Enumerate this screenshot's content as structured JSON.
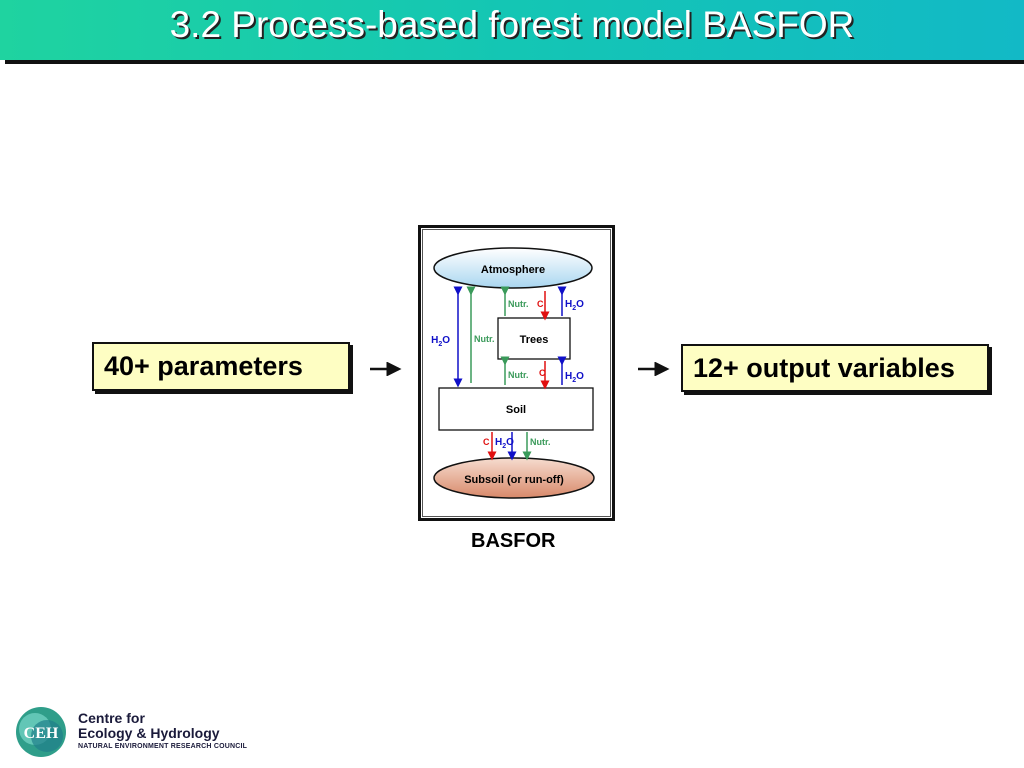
{
  "slide": {
    "title": "3.2 Process-based forest model BASFOR",
    "input_box": "40+ parameters",
    "output_box": "12+ output variables",
    "caption": "BASFOR"
  },
  "diagram": {
    "atmosphere": "Atmosphere",
    "trees": "Trees",
    "soil": "Soil",
    "subsoil": "Subsoil (or run-off)",
    "flux_nutr": "Nutr.",
    "flux_c": "C",
    "flux_h": "H",
    "flux_sub2": "2",
    "flux_o": "O"
  },
  "colors": {
    "water": "#1010c8",
    "carbon": "#e01010",
    "nutrients": "#3a9a5a",
    "header_start": "#1fd3a0",
    "header_end": "#12b9c6",
    "box_fill": "#fefec3"
  },
  "logo": {
    "mark": "CEH",
    "line1": "Centre for",
    "line2": "Ecology & Hydrology",
    "line3": "NATURAL ENVIRONMENT RESEARCH COUNCIL"
  }
}
